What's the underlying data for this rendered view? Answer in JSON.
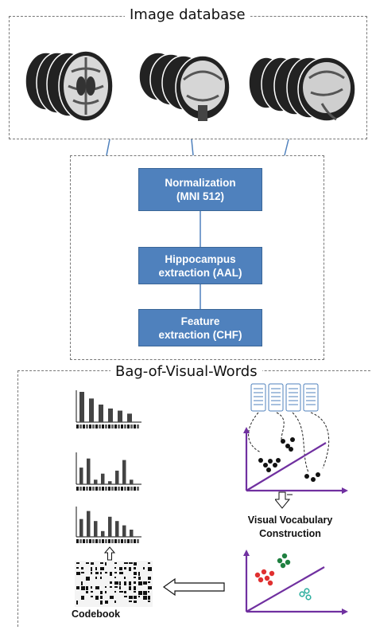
{
  "image_database": {
    "title": "Image database"
  },
  "pipeline": {
    "steps": [
      {
        "line1": "Normalization",
        "line2": "(MNI 512)"
      },
      {
        "line1": "Hippocampus",
        "line2": "extraction (AAL)"
      },
      {
        "line1": "Feature",
        "line2": "extraction (CHF)"
      }
    ]
  },
  "bovw": {
    "title": "Bag-of-Visual-Words",
    "vocab_label_1": "Visual Vocabulary",
    "vocab_label_2": "Construction",
    "codebook_label": "Codebook"
  },
  "colors": {
    "step_fill": "#4f81bd",
    "connector": "#4f81bd",
    "axis": "#7030a0",
    "cluster_red": "#e03030",
    "cluster_green": "#1f8040",
    "cluster_teal": "#30b0a0"
  },
  "histograms": [
    {
      "values": [
        1.0,
        0.78,
        0.58,
        0.45,
        0.38,
        0.28
      ]
    },
    {
      "values": [
        0.55,
        0.85,
        0.15,
        0.35,
        0.1,
        0.45,
        0.8,
        0.15
      ]
    },
    {
      "values": [
        0.62,
        0.9,
        0.55,
        0.2,
        0.7,
        0.55,
        0.4,
        0.25
      ]
    }
  ]
}
